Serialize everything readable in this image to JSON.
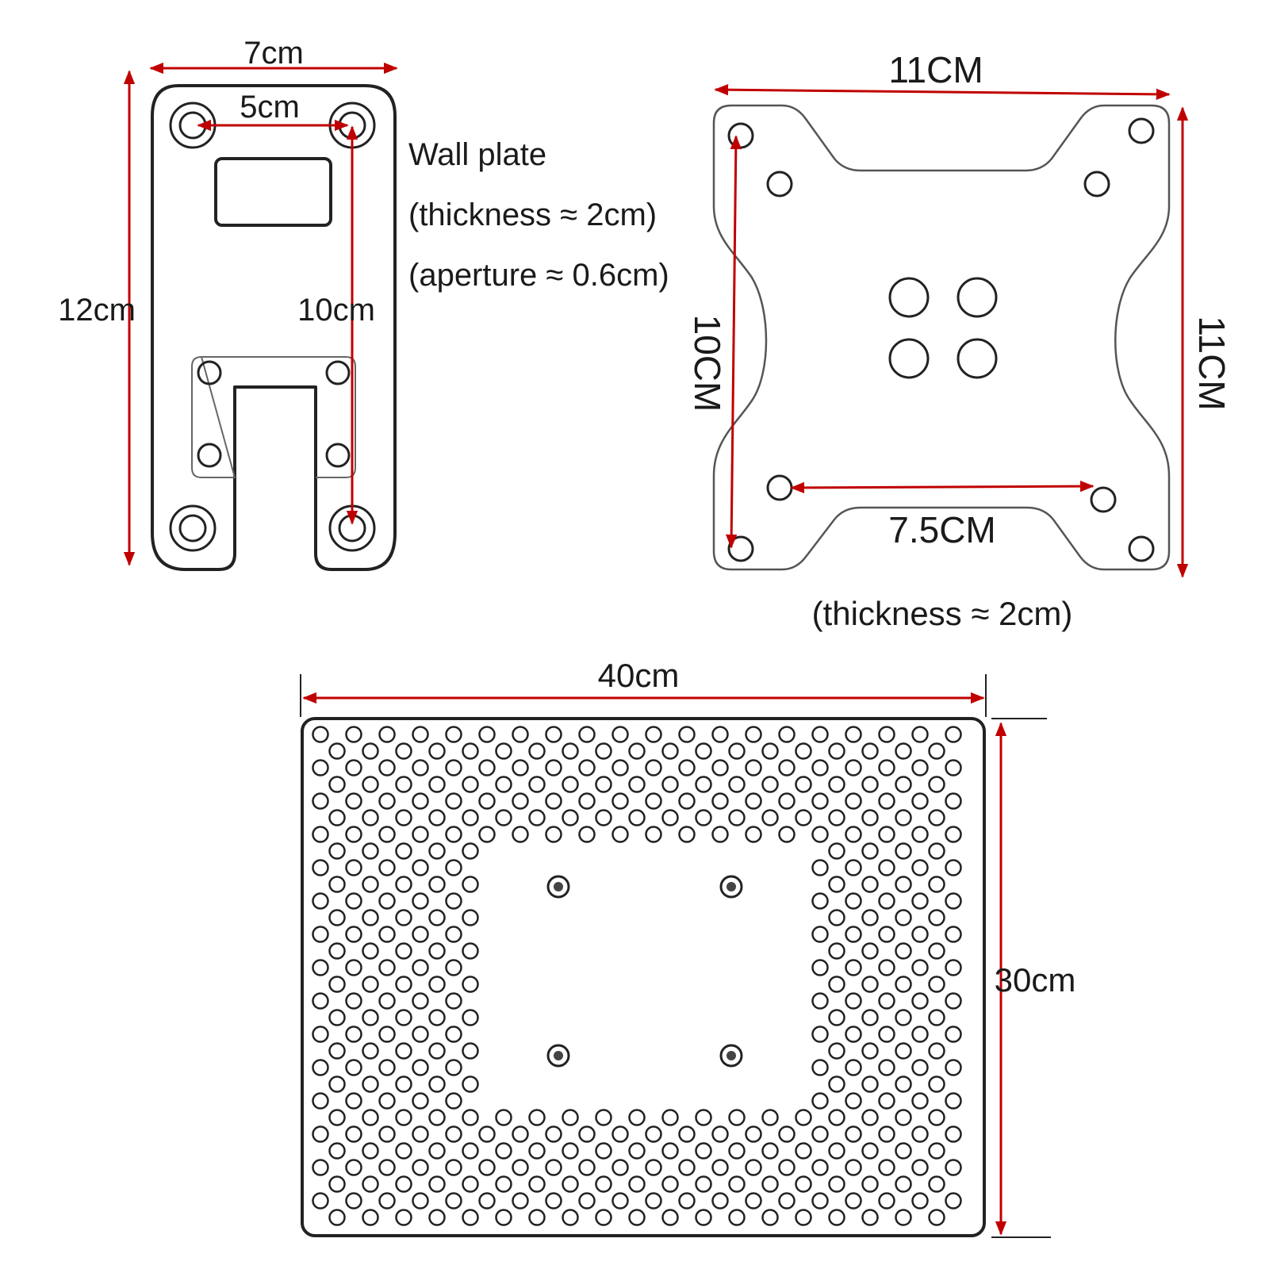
{
  "colors": {
    "dimension": "#c00000",
    "outline": "#222222",
    "background": "#ffffff"
  },
  "wall_plate": {
    "width_label": "7cm",
    "hole_span_label": "5cm",
    "height_label": "12cm",
    "hole_vertical_label": "10cm",
    "title": "Wall plate",
    "thickness": "(thickness ≈ 2cm)",
    "aperture": "(aperture ≈ 0.6cm)"
  },
  "vesa_plate": {
    "width_label": "11CM",
    "height_label": "11CM",
    "hole_vertical_label": "10CM",
    "hole_horizontal_label": "7.5CM",
    "thickness": "(thickness ≈ 2cm)"
  },
  "perforated_plate": {
    "width_label": "40cm",
    "height_label": "30cm"
  }
}
